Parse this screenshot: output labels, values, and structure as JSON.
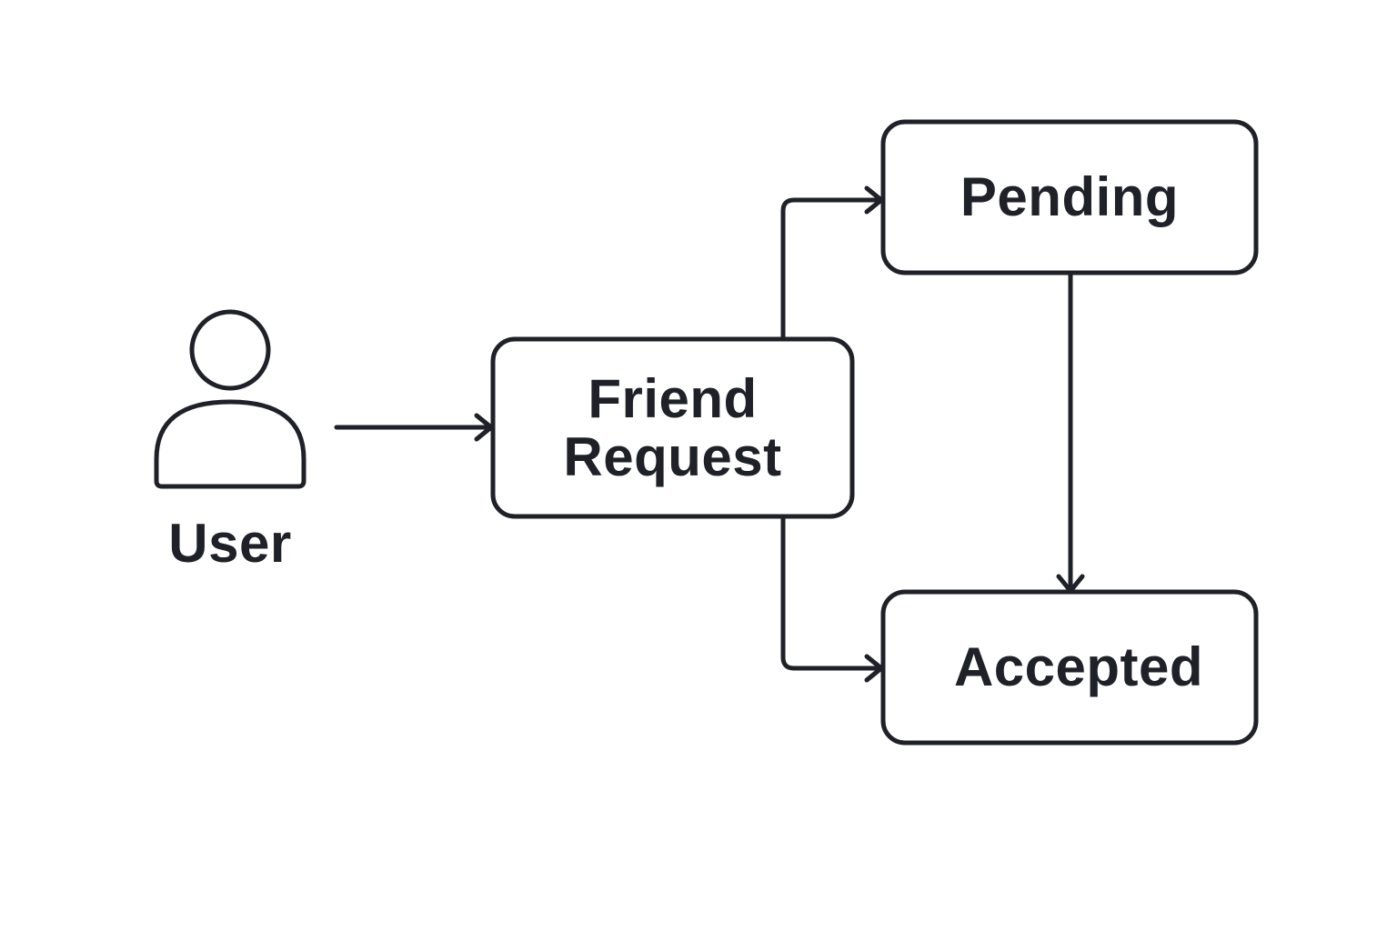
{
  "nodes": {
    "user": {
      "label": "User",
      "icon": "user-icon"
    },
    "friend_request": {
      "line1": "Friend",
      "line2": "Request"
    },
    "pending": {
      "label": "Pending"
    },
    "accepted": {
      "label": "Accepted"
    }
  },
  "edges": [
    {
      "from": "user",
      "to": "friend_request"
    },
    {
      "from": "friend_request",
      "to": "pending"
    },
    {
      "from": "friend_request",
      "to": "accepted"
    },
    {
      "from": "pending",
      "to": "accepted"
    }
  ],
  "colors": {
    "stroke": "#1f2128",
    "background": "#ffffff"
  }
}
